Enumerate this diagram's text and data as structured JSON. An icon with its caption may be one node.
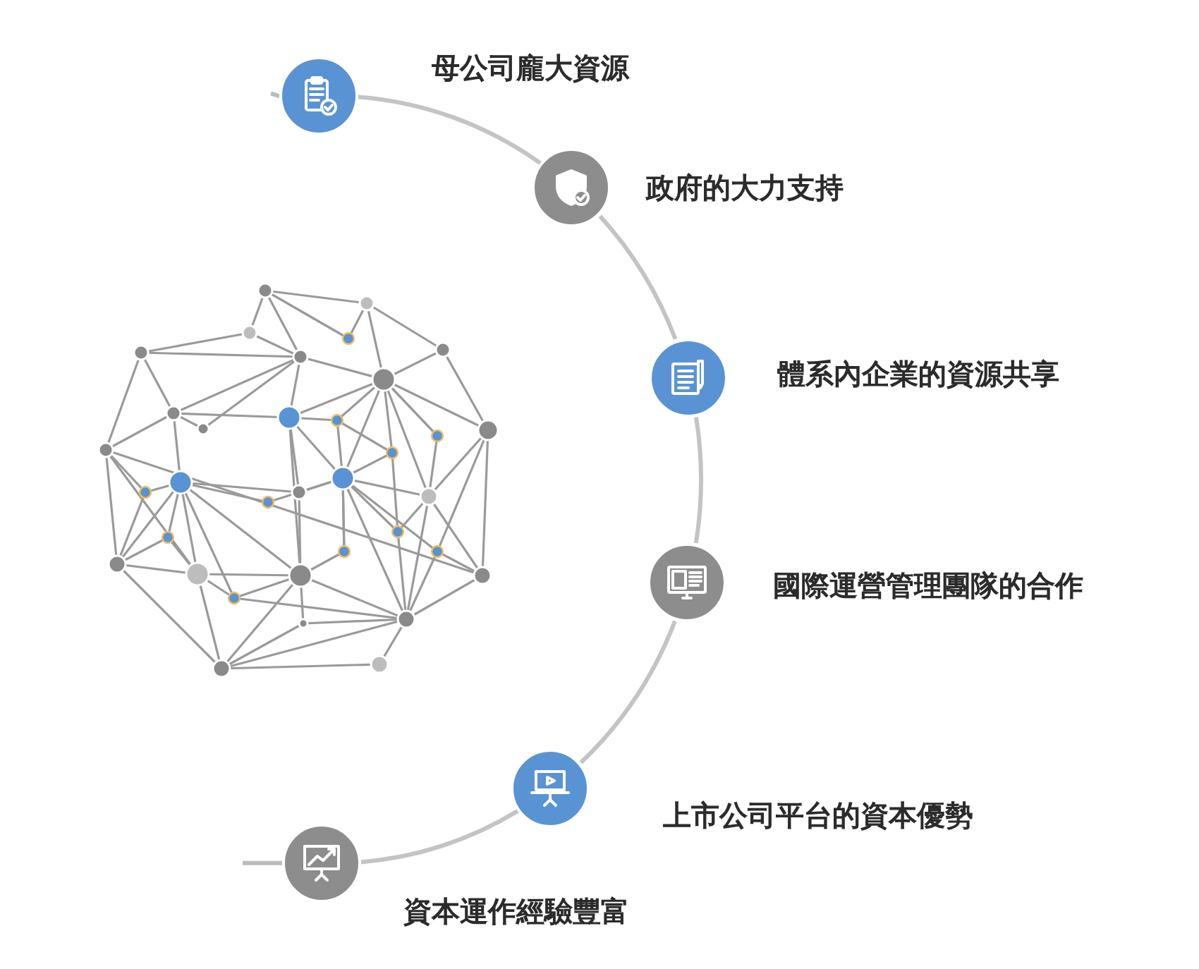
{
  "diagram": {
    "nodes": [
      {
        "text": [],
        "shape": "circle",
        "beside": [
          "母公司龐大資源"
        ]
      },
      {
        "text": [],
        "shape": "circle",
        "beside": [
          "政府的大力支持"
        ]
      },
      {
        "text": [],
        "shape": "circle",
        "beside": [
          "體系內企業的資源共享"
        ]
      },
      {
        "text": [],
        "shape": "circle",
        "beside": [
          "國際運營管理團隊的合作"
        ]
      },
      {
        "text": [],
        "shape": "circle",
        "beside": [
          "上市公司平台的資本優勢"
        ]
      },
      {
        "text": [],
        "shape": "circle",
        "beside": [
          "資本運作經驗豐富"
        ]
      }
    ],
    "edges": [
      {
        "from": 0,
        "to": 1,
        "arrow": "none"
      },
      {
        "from": 1,
        "to": 2,
        "arrow": "none"
      },
      {
        "from": 2,
        "to": 3,
        "arrow": "none"
      },
      {
        "from": 3,
        "to": 4,
        "arrow": "none"
      },
      {
        "from": 4,
        "to": 5,
        "arrow": "none"
      }
    ]
  }
}
